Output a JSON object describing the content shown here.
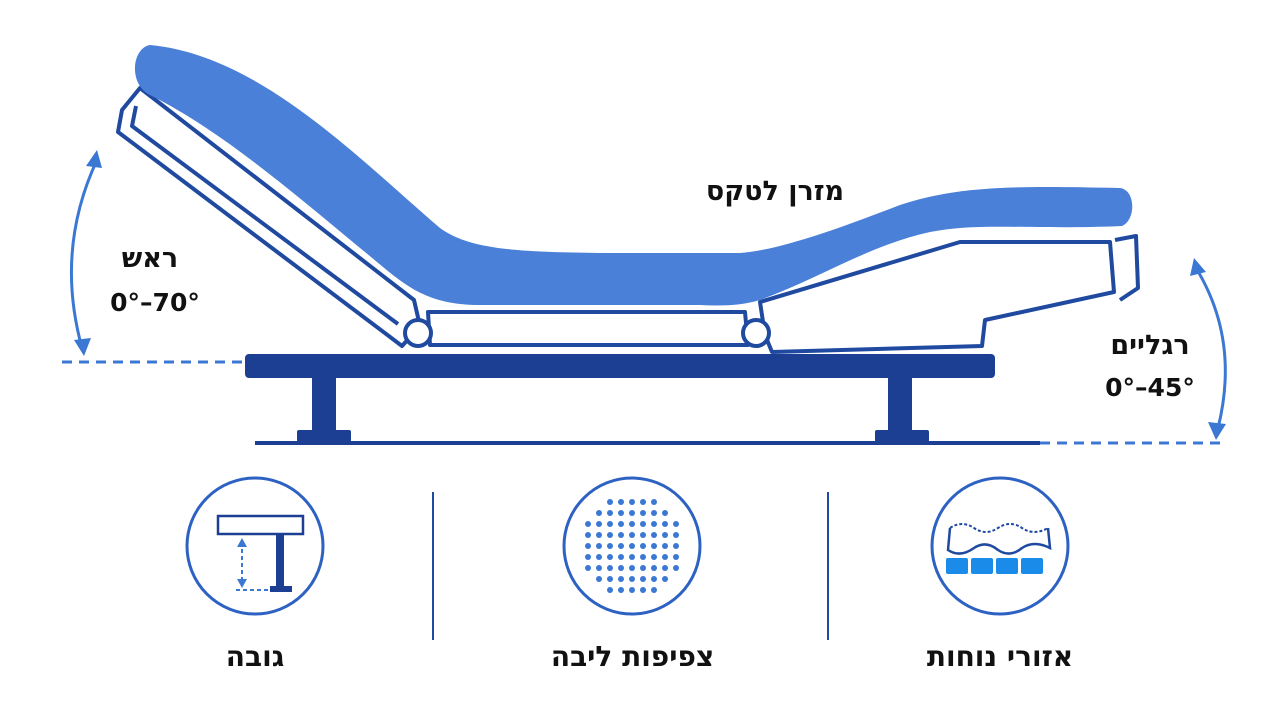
{
  "mattress_label": "מזרן לטקס",
  "head": {
    "label": "ראש",
    "range": "0°–70°"
  },
  "feet": {
    "label": "רגליים",
    "range": "0°–45°"
  },
  "features": [
    {
      "label": "אזורי נוחות",
      "icon": "comfort-zones-icon"
    },
    {
      "label": "צפיפות ליבה",
      "icon": "core-density-icon"
    },
    {
      "label": "גובה",
      "icon": "bed-height-icon"
    }
  ],
  "colors": {
    "mattress": "#4a80d8",
    "frame_outline": "#1f4aa0",
    "base": "#1c3f94",
    "accent": "#3b78d4",
    "comfort_blocks": "#1a8be8",
    "text": "#111111"
  }
}
